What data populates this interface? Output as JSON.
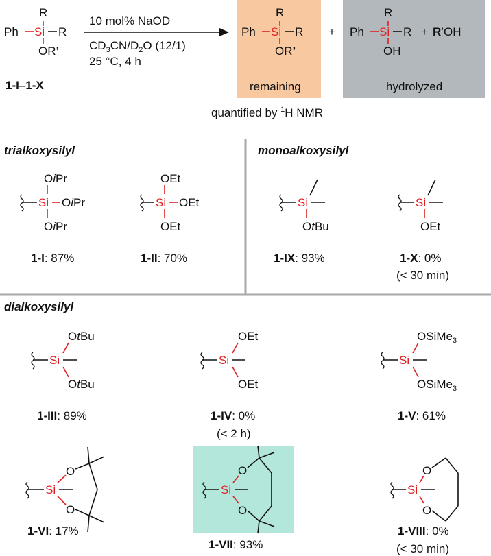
{
  "reaction": {
    "ph": "Ph",
    "si": "Si",
    "r": "R",
    "or": "OR",
    "prime": "’",
    "oh": "OH",
    "roh_r": "R",
    "roh_rest": "’OH",
    "plus": "+",
    "dash": "–",
    "label_start": "1-I",
    "label_end": "1-X",
    "reagent": "10 mol% NaOD",
    "solvent_cd3cn_pre": "CD",
    "solvent_cd3cn_sub": "3",
    "solvent_cd3cn_post": "CN/D",
    "solvent_d2o_sub": "2",
    "solvent_tail": "O (12/1)",
    "conditions": "25 °C, 4 h",
    "remaining_label": "remaining",
    "hydrolyzed_label": "hydrolyzed",
    "quantified_pre": "quantified by ",
    "quantified_sup": "1",
    "quantified_post": "H NMR"
  },
  "colors": {
    "remaining_box": "#f8c8a0",
    "hydrolyzed_box": "#b2b8bb",
    "highlight_box": "#b4e7dc",
    "silicon": "#e02020",
    "divider": "#a8a8a8"
  },
  "sections": {
    "trialkoxysilyl": "trialkoxysilyl",
    "monoalkoxysilyl": "monoalkoxysilyl",
    "dialkoxysilyl": "dialkoxysilyl"
  },
  "compounds": {
    "c1": {
      "label": "1-I",
      "value": ": 87%",
      "g_o": "O",
      "g_ipr_i": "i",
      "g_ipr": "Pr"
    },
    "c2": {
      "label": "1-II",
      "value": ": 70%",
      "g": "OEt"
    },
    "c9": {
      "label": "1-IX",
      "value": ": 93%",
      "g_o": "O",
      "g_t": "t",
      "g_bu": "Bu"
    },
    "c10": {
      "label": "1-X",
      "value": ": 0%",
      "note": "(< 30 min)",
      "g": "OEt"
    },
    "c3": {
      "label": "1-III",
      "value": ": 89%",
      "g_o": "O",
      "g_t": "t",
      "g_bu": "Bu"
    },
    "c4": {
      "label": "1-IV",
      "value": ": 0%",
      "note": "(< 2 h)",
      "g": "OEt"
    },
    "c5": {
      "label": "1-V",
      "value": ": 61%",
      "g_pre": "OSiMe",
      "g_sub": "3"
    },
    "c6": {
      "label": "1-VI",
      "value": ": 17%",
      "o": "O"
    },
    "c7": {
      "label": "1-VII",
      "value": ": 93%",
      "o": "O"
    },
    "c8": {
      "label": "1-VIII",
      "value": ": 0%",
      "note": "(< 30 min)",
      "o": "O"
    }
  }
}
